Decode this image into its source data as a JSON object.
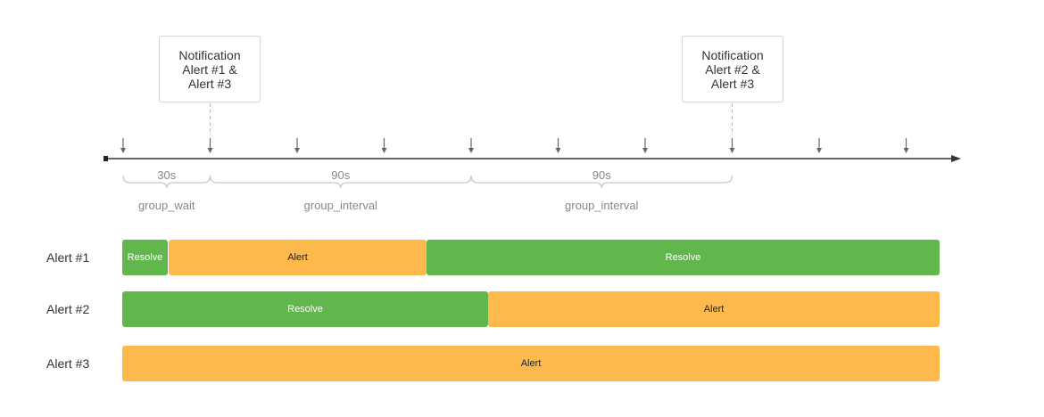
{
  "notifications": [
    {
      "lines": [
        "Notification",
        "Alert #1 &",
        "Alert #3"
      ]
    },
    {
      "lines": [
        "Notification",
        "Alert #2 &",
        "Alert #3"
      ]
    }
  ],
  "timeline": {
    "tick_count": 10,
    "notification_tick_indexes": [
      1,
      7
    ]
  },
  "intervals": [
    {
      "duration": "30s",
      "name": "group_wait"
    },
    {
      "duration": "90s",
      "name": "group_interval"
    },
    {
      "duration": "90s",
      "name": "group_interval"
    }
  ],
  "rows": [
    {
      "label": "Alert #1",
      "segments": [
        {
          "state": "Resolve",
          "kind": "resolve"
        },
        {
          "state": "Alert",
          "kind": "alert"
        },
        {
          "state": "Resolve",
          "kind": "resolve"
        }
      ]
    },
    {
      "label": "Alert #2",
      "segments": [
        {
          "state": "Resolve",
          "kind": "resolve"
        },
        {
          "state": "Alert",
          "kind": "alert"
        }
      ]
    },
    {
      "label": "Alert #3",
      "segments": [
        {
          "state": "Alert",
          "kind": "alert"
        }
      ]
    }
  ],
  "colors": {
    "resolve": "#62b74c",
    "alert": "#fdb94b",
    "axis": "#333333",
    "tick": "#666666",
    "brace": "#c8c8c8",
    "interval_text": "#888888",
    "connector": "#bbbbbb"
  }
}
